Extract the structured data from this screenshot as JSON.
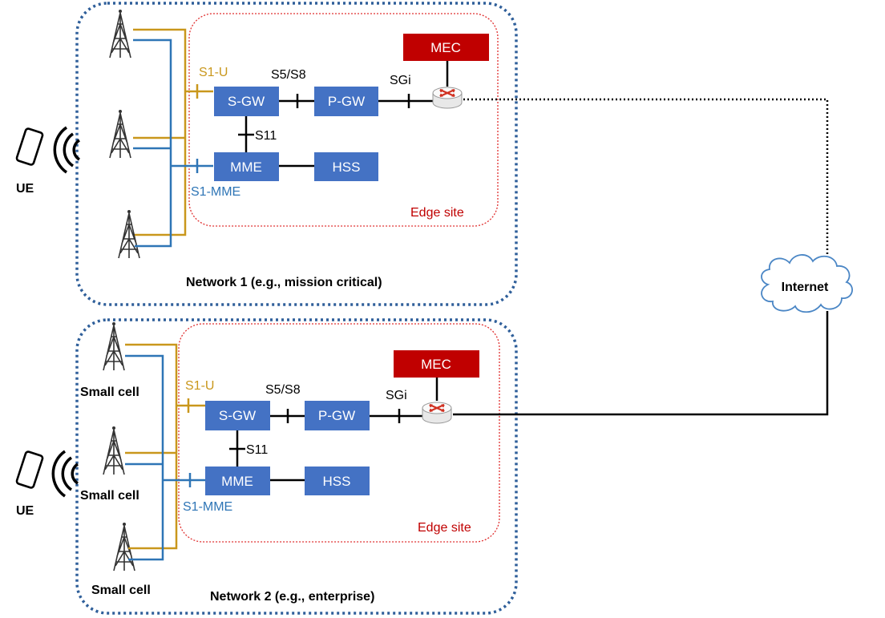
{
  "colors": {
    "node": "#4472C4",
    "mec": "#C00000",
    "s1u_line": "#C9971C",
    "s1mme_line": "#2E75B6",
    "network_border": "#2F5F9A",
    "edge_border": "#E03030",
    "cloud_stroke": "#4A86C5"
  },
  "network1": {
    "title": "Network 1 (e.g., mission critical)",
    "ue_label": "UE",
    "edge_site": "Edge site",
    "nodes": {
      "sgw": "S-GW",
      "pgw": "P-GW",
      "mme": "MME",
      "hss": "HSS",
      "mec": "MEC"
    },
    "interfaces": {
      "s1u": "S1-U",
      "s5s8": "S5/S8",
      "sgi": "SGi",
      "s11": "S11",
      "s1mme": "S1-MME"
    }
  },
  "network2": {
    "title": "Network 2 (e.g., enterprise)",
    "ue_label": "UE",
    "edge_site": "Edge site",
    "cell_label": "Small cell",
    "nodes": {
      "sgw": "S-GW",
      "pgw": "P-GW",
      "mme": "MME",
      "hss": "HSS",
      "mec": "MEC"
    },
    "interfaces": {
      "s1u": "S1-U",
      "s5s8": "S5/S8",
      "sgi": "SGi",
      "s11": "S11",
      "s1mme": "S1-MME"
    }
  },
  "internet": {
    "label": "Internet"
  },
  "icons": {
    "tower": "cell-tower-icon",
    "phone": "smartphone-icon",
    "signal": "wireless-signal-icon",
    "router": "router-icon",
    "cloud": "cloud-icon"
  }
}
